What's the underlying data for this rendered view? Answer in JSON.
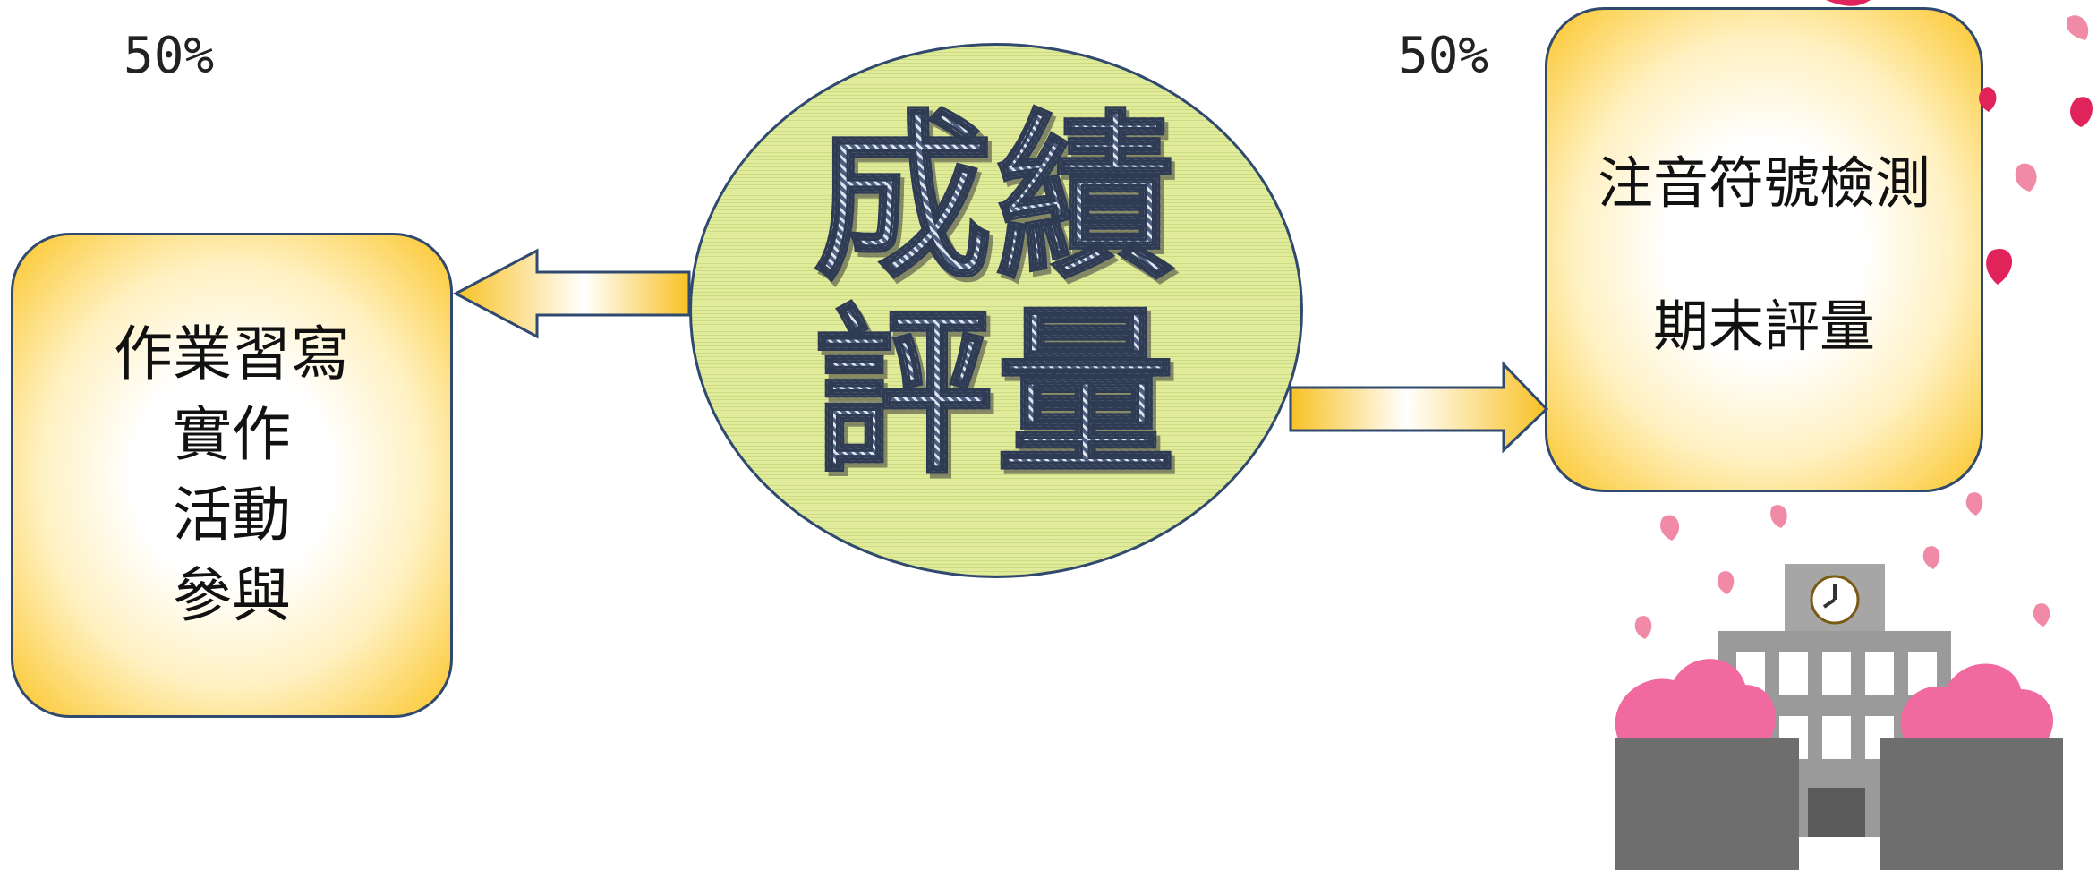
{
  "left": {
    "percent": "50%",
    "lines": [
      "作業習寫",
      "實作",
      "活動",
      "參與"
    ]
  },
  "right": {
    "percent": "50%",
    "lines": [
      "注音符號檢測",
      "期末評量"
    ]
  },
  "center": {
    "line1": "成績",
    "line2": "評量"
  },
  "colors": {
    "box_gold": "#f8c124",
    "ellipse_fill": "#e0ec9a",
    "outline": "#2f4a6e",
    "petal_pink": "#f08aa6",
    "petal_red": "#e0235a"
  },
  "illustration": {
    "subject": "school-building-with-cherry-blossoms"
  }
}
